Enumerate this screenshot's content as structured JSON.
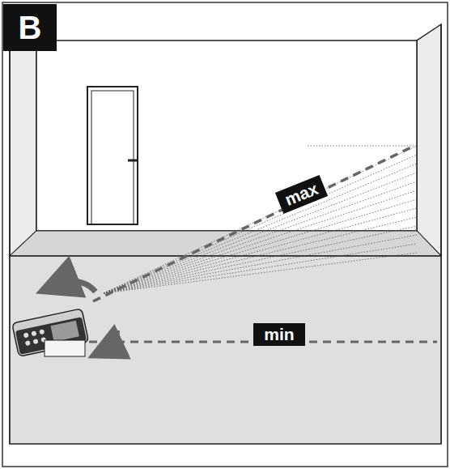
{
  "diagram": {
    "nodes": [
      {
        "text": [
          "B"
        ]
      },
      {
        "text": [
          "max"
        ]
      },
      {
        "text": [
          "min"
        ]
      }
    ]
  }
}
